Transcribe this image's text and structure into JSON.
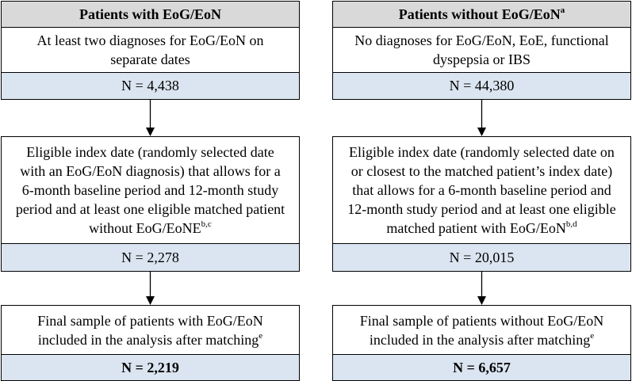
{
  "left": {
    "header": "Patients with EoG/EoN",
    "step1_lines": [
      "At least two diagnoses for EoG/EoN on",
      "separate dates"
    ],
    "step1_count": "N = 4,438",
    "step2_lines": [
      "Eligible index date (randomly selected date",
      "with an EoG/EoN diagnosis) that allows for a",
      "6-month baseline period and 12-month study",
      "period and at least one eligible matched patient"
    ],
    "step2_last": "without EoG/EoNE",
    "step2_sup": "b,c",
    "step2_count": "N = 2,278",
    "step3_line1": "Final sample of patients with EoG/EoN",
    "step3_line2": "included in the analysis after matching",
    "step3_sup": "e",
    "step3_count": "N = 2,219"
  },
  "right": {
    "header": "Patients without EoG/EoN",
    "header_sup": "a",
    "step1_lines": [
      "No diagnoses for EoG/EoN, EoE, functional",
      "dyspepsia or IBS"
    ],
    "step1_count": "N = 44,380",
    "step2_lines": [
      "Eligible index date (randomly selected date on",
      "or closest to the matched patient’s index date)",
      "that allows for a 6-month baseline period and",
      "12-month study period and at least one eligible"
    ],
    "step2_last": "matched patient with EoG/EoN",
    "step2_sup": "b,d",
    "step2_count": "N = 20,015",
    "step3_line1": "Final sample of patients without EoG/EoN",
    "step3_line2": "included in the analysis after matching",
    "step3_sup": "e",
    "step3_count": "N = 6,657"
  }
}
